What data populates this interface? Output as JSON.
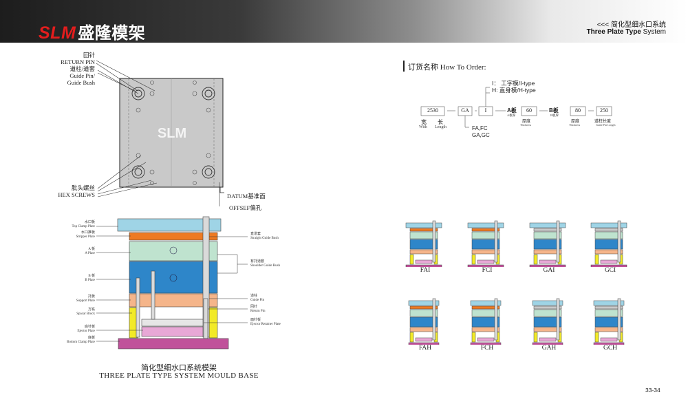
{
  "header": {
    "logo_slm": "SLM",
    "logo_cn": "盛隆模架",
    "subtitle_cn": "<<<  简化型细水口系统",
    "subtitle_en_bold": "Three Plate Type",
    "subtitle_en": " System"
  },
  "top_view": {
    "watermark": "SLM",
    "labels": {
      "return_pin_cn": "回针",
      "return_pin_en": "RETURN PIN",
      "guide_cn": "道柱/道套",
      "guide_en1": "Guide Pin/",
      "guide_en2": "Guide Bush",
      "hex_cn": "肶头螺丝",
      "hex_en": "HEX SCREWS",
      "datum": "DATUM基准面",
      "offset": "OFFSEF偏孔"
    }
  },
  "section_view": {
    "left_labels": [
      {
        "cn": "水口板",
        "en": "Top Clamp Plate"
      },
      {
        "cn": "水口推板",
        "en": "Stripper Plate"
      },
      {
        "cn": "A 板",
        "en": "A Plate"
      },
      {
        "cn": "B 板",
        "en": "B Plate"
      },
      {
        "cn": "托板",
        "en": "Support Plate"
      },
      {
        "cn": "方铁",
        "en": "Spacar Block"
      },
      {
        "cn": "底针板",
        "en": "Ejector Plate"
      },
      {
        "cn": "底板",
        "en": "Bottom Clamp Plate"
      }
    ],
    "right_labels": [
      {
        "cn": "直道套",
        "en": "Straight Guide Bush"
      },
      {
        "cn": "有托道套",
        "en": "Shoulder Guide Bush"
      },
      {
        "cn": "道柱",
        "en": "Guide Pin"
      },
      {
        "cn": "回针",
        "en": "Return Pin"
      },
      {
        "cn": "面针板",
        "en": "Ejector Retainer Plate"
      }
    ],
    "caption_cn": "简化型细水口系统模架",
    "caption_en": "THREE PLATE TYPE SYSTEM MOULD BASE"
  },
  "order": {
    "title": "订货名称 How To Order:",
    "type_i": "I：   工字模/I-type",
    "type_h": "H:   直身模/H-type",
    "boxes": [
      "2530",
      "GA",
      "I",
      "60",
      "80",
      "250"
    ],
    "a_label": "A板",
    "b_label": "B板",
    "width_cn": "宽",
    "width_en": "With",
    "length_cn": "长",
    "length_en": "Length",
    "a_sub": "A板厚",
    "b_sub": "B板厚",
    "thickness_cn": "厚度",
    "thickness_en": "Thickness",
    "guide_len_cn": "道柱长度",
    "guide_len_en": "Guide Pin Length",
    "types_line1": "FA,FC",
    "types_line2": "GA,GC"
  },
  "variants": [
    {
      "code": "FAI",
      "family": "F",
      "kind": "I"
    },
    {
      "code": "FCI",
      "family": "F",
      "kind": "I"
    },
    {
      "code": "GAI",
      "family": "G",
      "kind": "I"
    },
    {
      "code": "GCI",
      "family": "G",
      "kind": "I"
    },
    {
      "code": "FAH",
      "family": "F",
      "kind": "H"
    },
    {
      "code": "FCH",
      "family": "F",
      "kind": "H"
    },
    {
      "code": "GAH",
      "family": "G",
      "kind": "H"
    },
    {
      "code": "GCH",
      "family": "G",
      "kind": "H"
    }
  ],
  "colors": {
    "top_clamp": "#9fd4e6",
    "stripper": "#ee7a22",
    "a_plate": "#bfe3cf",
    "b_plate": "#2e86c9",
    "support": "#f5b58a",
    "spacer": "#f2ea28",
    "bottom": "#c0529a",
    "gray_plate": "#c9c9c9"
  },
  "page_number": "33-34"
}
